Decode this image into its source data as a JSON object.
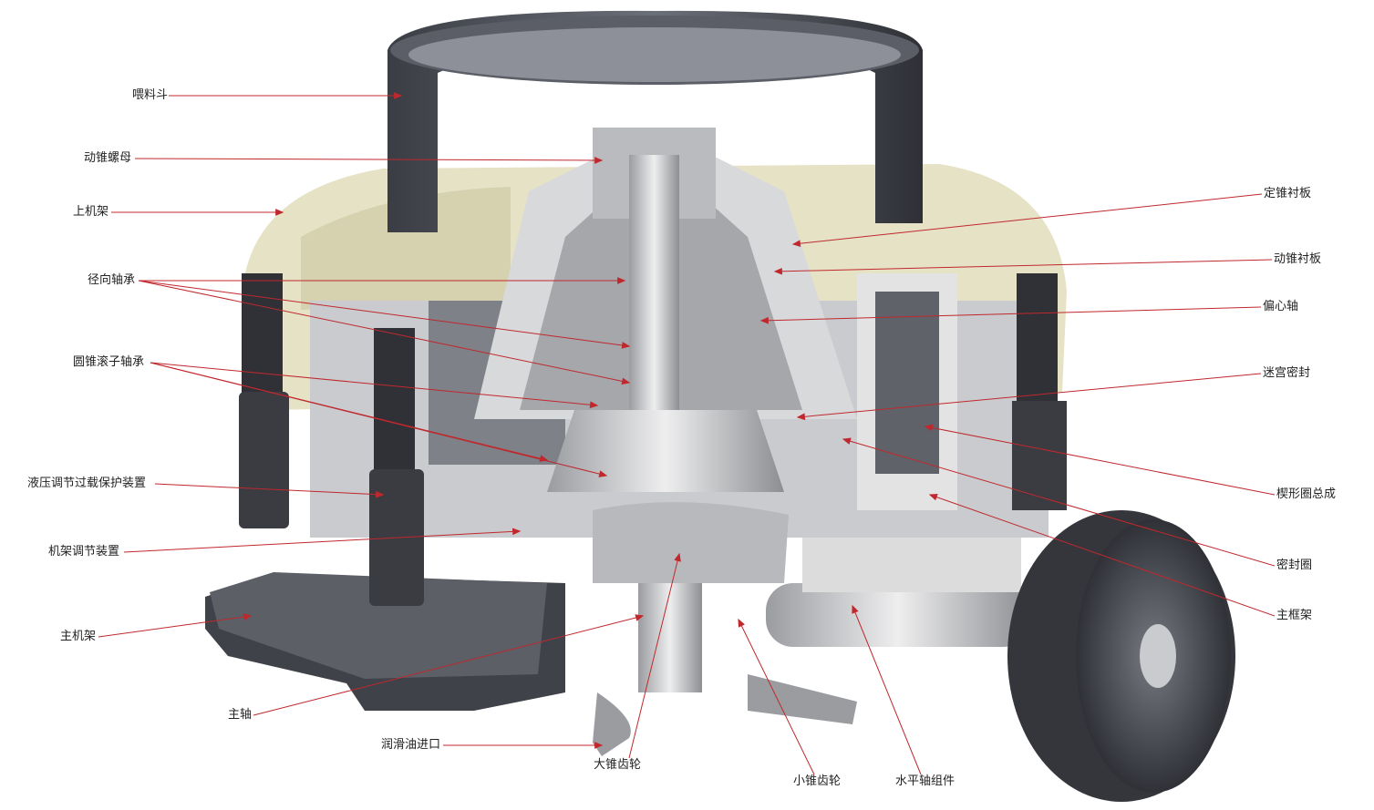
{
  "title_hidden": null,
  "colors": {
    "leader": "#c0282d",
    "cream": "#e6e2c6",
    "steel": "#4a4d55",
    "light_steel": "#cfd1d4"
  },
  "labels": {
    "hopper": "喂料斗",
    "mantle_nut": "动锥螺母",
    "upper_frame": "上机架",
    "radial_bearing": "径向轴承",
    "tapered_roller_bearing": "圆锥滚子轴承",
    "hydraulic_overload": "液压调节过载保护装置",
    "frame_adjust": "机架调节装置",
    "main_frame_base": "主机架",
    "main_shaft": "主轴",
    "lube_inlet": "润滑油进口",
    "large_bevel_gear": "大锥齿轮",
    "small_bevel_gear": "小锥齿轮",
    "countershaft": "水平轴组件",
    "concave_liner": "定锥衬板",
    "mantle_liner": "动锥衬板",
    "eccentric_shaft": "偏心轴",
    "labyrinth_seal": "迷宫密封",
    "wedge_ring": "楔形圈总成",
    "seal_ring": "密封圈",
    "main_frame": "主框架"
  }
}
